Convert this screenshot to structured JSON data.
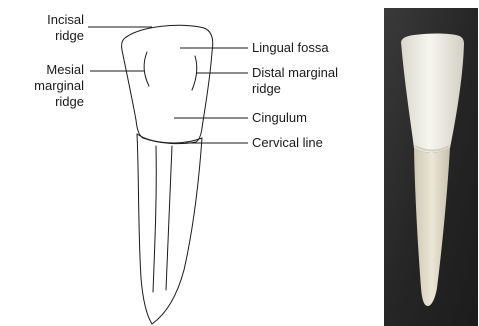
{
  "labels": {
    "incisal_ridge": "Incisal\nridge",
    "mesial_marginal_ridge": "Mesial\nmarginal\nridge",
    "lingual_fossa": "Lingual fossa",
    "distal_marginal_ridge": "Distal marginal\nridge",
    "cingulum": "Cingulum",
    "cervical_line": "Cervical line"
  },
  "colors": {
    "ink": "#1a1a1a",
    "photo_background": "#2b2b2b",
    "tooth_enamel": "#ecebe3",
    "tooth_root": "#e3dccb"
  }
}
